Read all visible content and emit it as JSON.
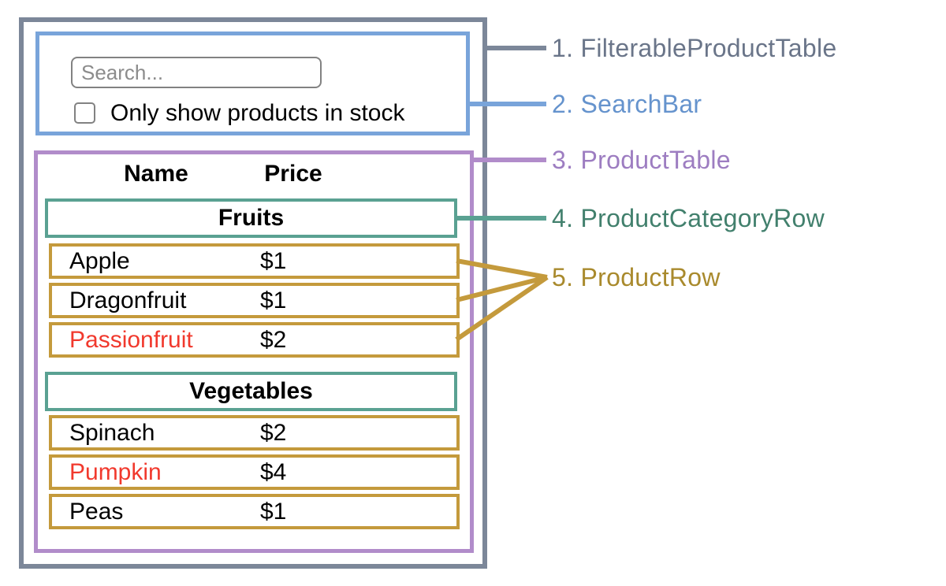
{
  "colors": {
    "background": "#ffffff",
    "outer_border": "#7c8799",
    "search_border": "#79a4da",
    "table_border": "#b18cca",
    "category_border": "#5aa192",
    "row_border": "#c49a3c",
    "input_border": "#828282",
    "placeholder_text": "#8c8c8c",
    "out_of_stock_text": "#f1392d",
    "body_text": "#000000"
  },
  "search_bar": {
    "input_placeholder": "Search...",
    "checkbox_label": "Only show products in stock",
    "checkbox_checked": false
  },
  "table": {
    "headers": {
      "name": "Name",
      "price": "Price"
    },
    "sections": [
      {
        "category": "Fruits",
        "rows": [
          {
            "name": "Apple",
            "price": "$1"
          },
          {
            "name": "Dragonfruit",
            "price": "$1"
          },
          {
            "name": "Passionfruit",
            "price": "$2",
            "name_color": "#f1392d"
          }
        ]
      },
      {
        "category": "Vegetables",
        "rows": [
          {
            "name": "Spinach",
            "price": "$2"
          },
          {
            "name": "Pumpkin",
            "price": "$4",
            "name_color": "#f1392d"
          },
          {
            "name": "Peas",
            "price": "$1"
          }
        ]
      }
    ]
  },
  "annotations": [
    {
      "number": "1.",
      "name": "FilterableProductTable",
      "color": "#6a7589"
    },
    {
      "number": "2.",
      "name": "SearchBar",
      "color": "#6593cd"
    },
    {
      "number": "3.",
      "name": "ProductTable",
      "color": "#9d7dc1"
    },
    {
      "number": "4.",
      "name": "ProductCategoryRow",
      "color": "#42806d"
    },
    {
      "number": "5.",
      "name": "ProductRow",
      "color": "#a98a2d"
    }
  ]
}
